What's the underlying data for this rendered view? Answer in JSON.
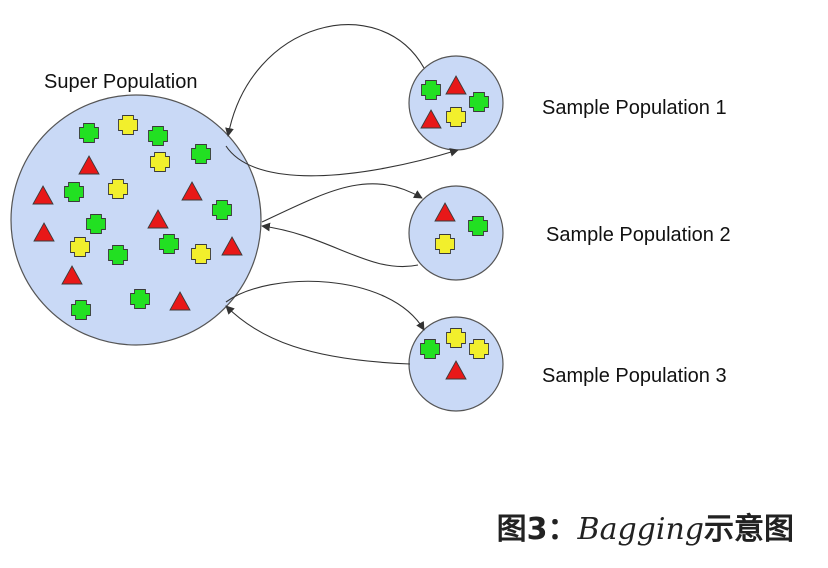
{
  "labels": {
    "super": "Super Population",
    "sample1": "Sample Population 1",
    "sample2": "Sample Population 2",
    "sample3": "Sample Population 3"
  },
  "caption": {
    "prefix": "图3：",
    "term": "Bagging",
    "suffix": "示意图"
  },
  "colors": {
    "circle_fill": "#c9d9f6",
    "circle_stroke": "#555555",
    "green": "#22e022",
    "yellow": "#f2ef2c",
    "red": "#e81818",
    "arrow": "#333333"
  },
  "shape_kinds": [
    "green-cross",
    "yellow-cross",
    "red-triangle"
  ]
}
